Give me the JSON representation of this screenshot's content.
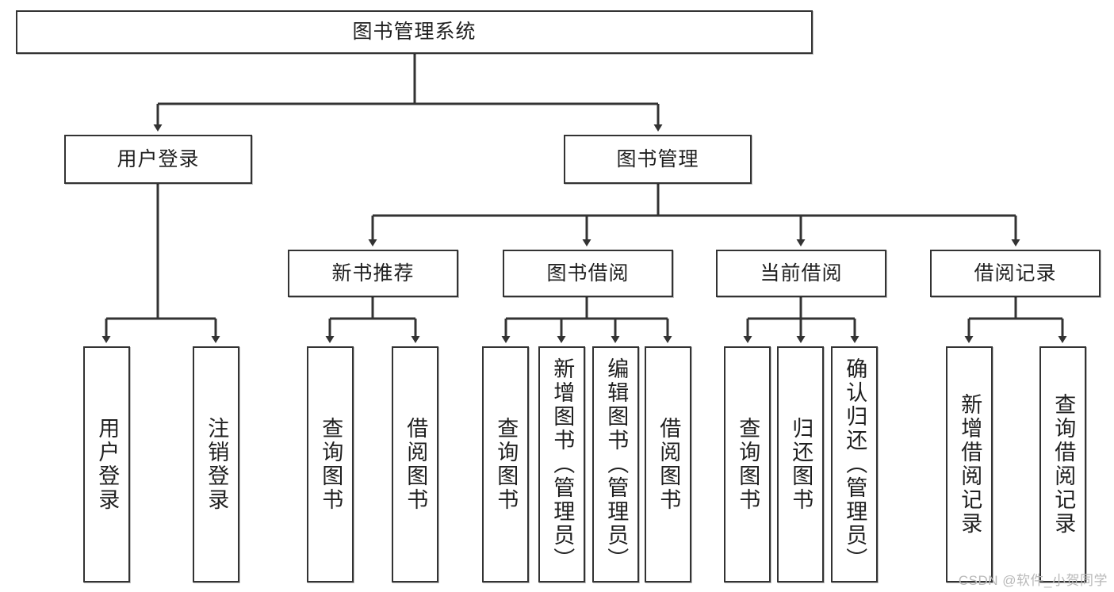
{
  "diagram": {
    "title": "图书管理系统",
    "type": "tree-hierarchy",
    "root": {
      "label": "图书管理系统"
    },
    "level2": [
      {
        "label": "用户登录"
      },
      {
        "label": "图书管理"
      }
    ],
    "level3": [
      {
        "label": "新书推荐"
      },
      {
        "label": "图书借阅"
      },
      {
        "label": "当前借阅"
      },
      {
        "label": "借阅记录"
      }
    ],
    "leaves": {
      "user_login": [
        {
          "label": "用户登录"
        },
        {
          "label": "注销登录"
        }
      ],
      "new_book_recommend": [
        {
          "label": "查询图书"
        },
        {
          "label": "借阅图书"
        }
      ],
      "book_borrow": [
        {
          "label": "查询图书"
        },
        {
          "label": "新增图书（管理员）"
        },
        {
          "label": "编辑图书（管理员）"
        },
        {
          "label": "借阅图书"
        }
      ],
      "current_borrow": [
        {
          "label": "查询图书"
        },
        {
          "label": "归还图书"
        },
        {
          "label": "确认归还（管理员）"
        }
      ],
      "borrow_record": [
        {
          "label": "新增借阅记录"
        },
        {
          "label": "查询借阅记录"
        }
      ]
    },
    "watermark": "CSDN @软件_小贺同学",
    "colors": {
      "border": "#333333",
      "background": "#ffffff",
      "text": "#1f1f1f",
      "watermark": "#b8b8b8"
    }
  }
}
